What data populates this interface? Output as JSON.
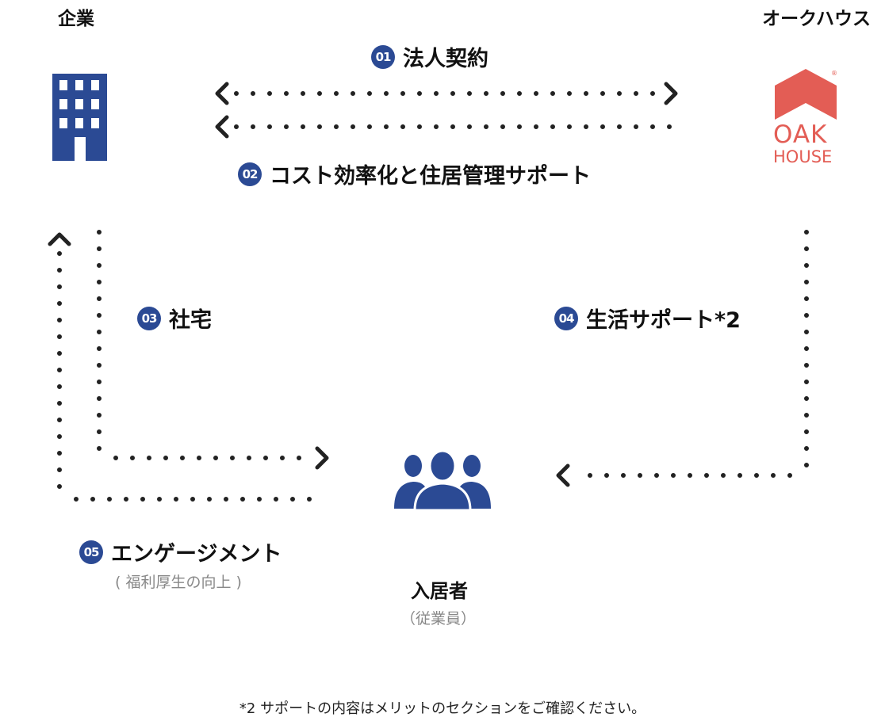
{
  "company": {
    "label": "企業"
  },
  "oakhouse": {
    "label": "オークハウス",
    "logo_text_1": "OAK",
    "logo_text_2": "HOUSE",
    "registered": "®"
  },
  "steps": [
    {
      "num": "01",
      "label": "法人契約"
    },
    {
      "num": "02",
      "label": "コスト効率化と住居管理サポート"
    },
    {
      "num": "03",
      "label": "社宅"
    },
    {
      "num": "04",
      "label": "生活サポート*2"
    },
    {
      "num": "05",
      "label": "エンゲージメント",
      "sub": "( 福利厚生の向上 )"
    }
  ],
  "resident": {
    "label": "入居者",
    "sub": "（従業員）"
  },
  "footnote": "*2 サポートの内容はメリットのセクションをご確認ください。",
  "colors": {
    "brand_blue": "#2b4a94",
    "oak_red": "#e35d55"
  }
}
